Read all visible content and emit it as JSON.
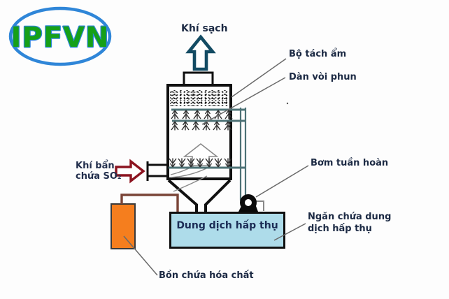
{
  "logo": {
    "text": "IPFVN"
  },
  "labels": {
    "clean_gas": "Khí sạch",
    "demister": "Bộ tách ẩm",
    "spray_header": "Dàn vòi phun",
    "dirty_gas_line1": "Khí bẩn",
    "dirty_gas_line2": "chứa SO₂",
    "pump": "Bơm tuần hoàn",
    "solution_tank": "Dung dịch hấp thụ",
    "reservoir_line1": "Ngăn chứa dung",
    "reservoir_line2": "dịch hấp thụ",
    "chemical_tank": "Bồn chứa hóa chất"
  },
  "colors": {
    "clean_arrow_outline": "#134b63",
    "dirty_arrow_outline": "#8c1420",
    "pipe_teal": "#4d7276",
    "pipe_brown": "#7a4437",
    "solution_tank_fill": "#aedcea",
    "chemical_tank_fill": "#f57e1e",
    "label_text": "#1c2a44",
    "logo_green": "#16a018",
    "logo_blue": "#2f86d8"
  }
}
